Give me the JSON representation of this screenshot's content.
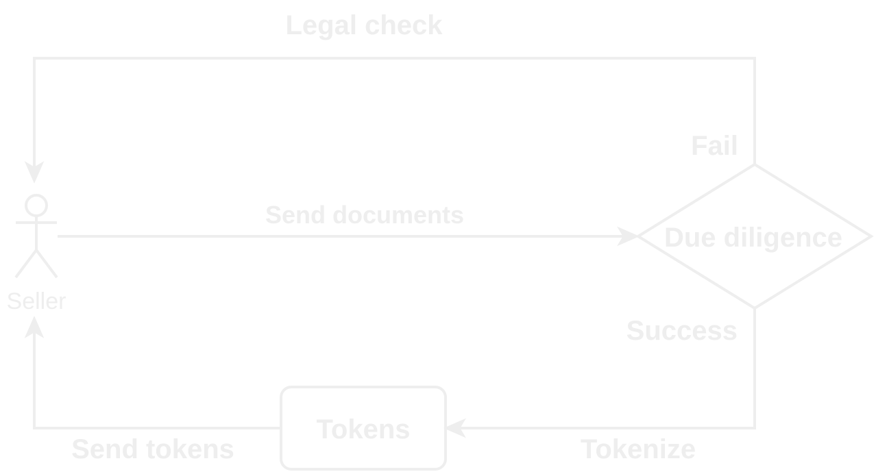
{
  "diagram": {
    "colors": {
      "stroke": "#eeeeee",
      "text": "#eeeeee",
      "background": "#ffffff"
    },
    "actor": {
      "label": "Seller",
      "icon": "stick-figure-icon"
    },
    "decision": {
      "label": "Due diligence",
      "shape": "diamond"
    },
    "process": {
      "label": "Tokens",
      "shape": "rounded-rectangle"
    },
    "edges": {
      "legal_check": "Legal check",
      "send_documents": "Send documents",
      "fail": "Fail",
      "success": "Success",
      "tokenize": "Tokenize",
      "send_tokens": "Send tokens"
    }
  }
}
